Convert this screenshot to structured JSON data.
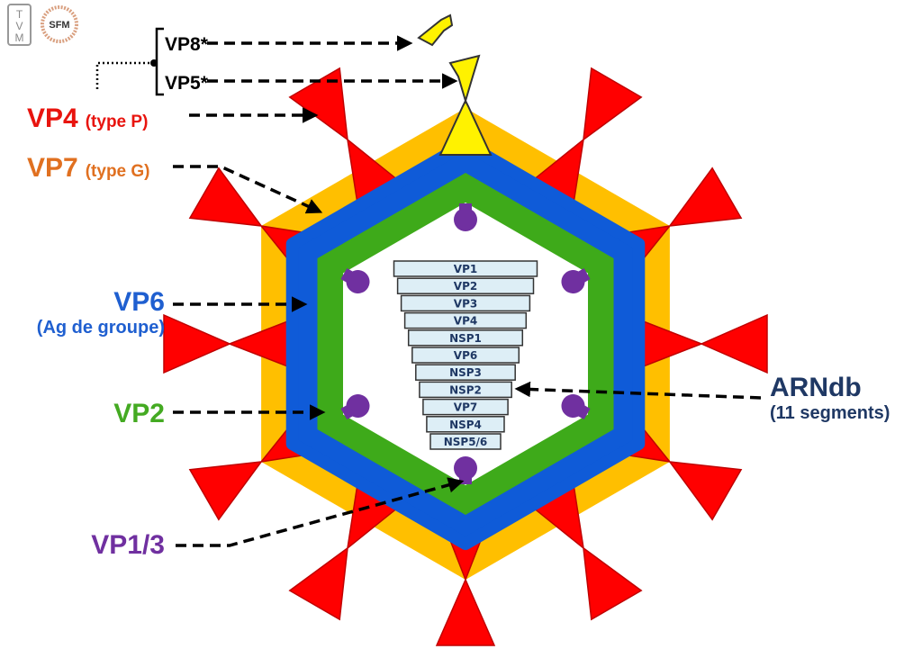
{
  "logos": {
    "tvm": "TVM",
    "sfm": "SFM"
  },
  "labels": {
    "vp8": "VP8*",
    "vp5": "VP5*",
    "vp4": "VP4",
    "vp4_sub": "(type P)",
    "vp7": "VP7",
    "vp7_sub": "(type G)",
    "vp6": "VP6",
    "vp6_sub": "(Ag de groupe)",
    "vp2": "VP2",
    "vp13": "VP1/3",
    "arn": "ARNdb",
    "arn_sub": "(11 segments)"
  },
  "segments": [
    "VP1",
    "VP2",
    "VP3",
    "VP4",
    "NSP1",
    "VP6",
    "NSP3",
    "NSP2",
    "VP7",
    "NSP4",
    "NSP5/6"
  ],
  "colors": {
    "vp4": "#E8140E",
    "vp7": "#E07020",
    "vp6": "#1F5FD0",
    "vp2": "#44AA22",
    "vp13": "#7030A0",
    "arn": "#1F3864",
    "orange": "#FFBF00",
    "blue": "#0F5BD8",
    "green": "#3EAA1A",
    "yellow": "#FFF200",
    "segment_fill": "#DDEEF6"
  }
}
